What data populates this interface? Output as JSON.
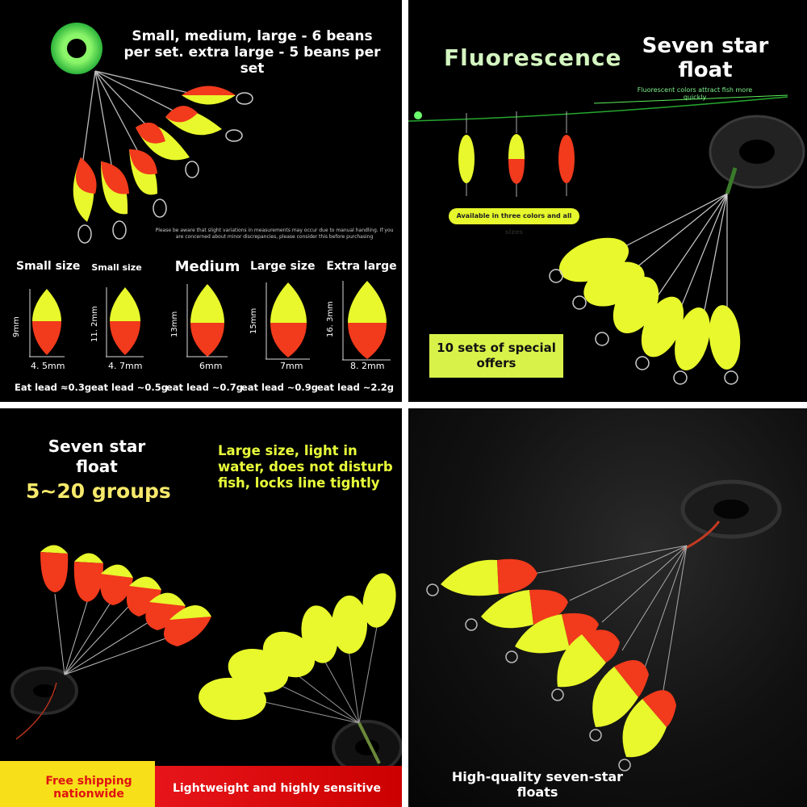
{
  "panel1": {
    "heading": "Small, medium, large - 6 beans per set. extra large - 5 beans per set",
    "note": "Please be aware that slight variations in measurements may occur due to manual handling. If you are concerned about minor discrepancies, please consider this before purchasing",
    "sizes": [
      {
        "label": "Small size",
        "height": "9mm",
        "width": "4. 5mm",
        "lead": "Eat lead ≈0.3g"
      },
      {
        "label": "Small size",
        "height": "11. 2mm",
        "width": "4. 7mm",
        "lead": "eat lead ~0.5g"
      },
      {
        "label": "Medium",
        "height": "13mm",
        "width": "6mm",
        "lead": "eat lead ~0.7g"
      },
      {
        "label": "Large size",
        "height": "15mm",
        "width": "7mm",
        "lead": "eat lead ~0.9g"
      },
      {
        "label": "Extra large",
        "height": "16. 3mm",
        "width": "8. 2mm",
        "lead": "eat lead ~2.2g"
      }
    ]
  },
  "panel2": {
    "fluorescence": "Fluorescence",
    "title": "Seven star float",
    "subtitle": "Fluorescent colors attract fish more quickly",
    "pill": "Available in three colors and all sizes",
    "offer": "10 sets of special offers"
  },
  "panel3": {
    "title": "Seven star float",
    "groups": "5~20 groups",
    "description": "Large size, light in water, does not disturb fish, locks line tightly",
    "shipping": "Free shipping nationwide",
    "light": "Lightweight and highly sensitive"
  },
  "panel4": {
    "caption": "High-quality seven-star floats"
  },
  "colors": {
    "fluo_yellow": "#e8f82c",
    "float_red": "#f23a1c",
    "glow_green": "#7cf25a",
    "banner_yellow": "#f7e01a",
    "banner_red": "#e8161b"
  }
}
